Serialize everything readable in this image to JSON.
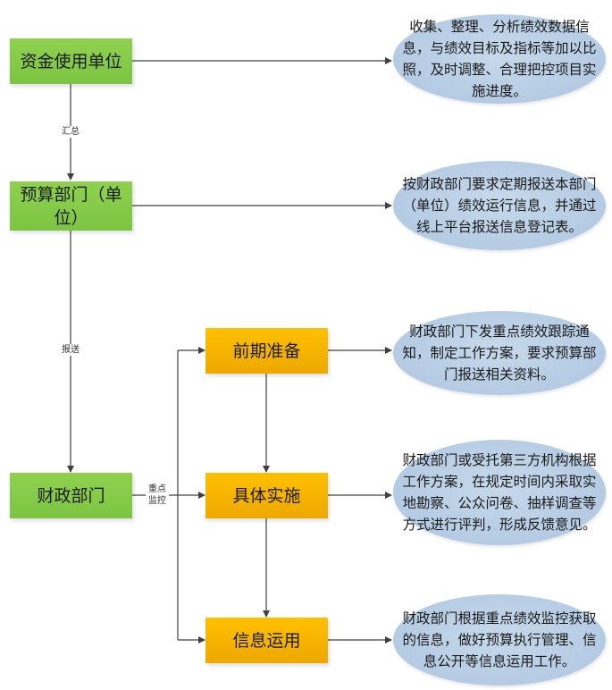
{
  "nodes": {
    "fund_unit": "资金使用单位",
    "budget_dept": "预算部门（单位）",
    "finance_dept": "财政部门",
    "preparation": "前期准备",
    "implementation": "具体实施",
    "info_use": "信息运用"
  },
  "edge_labels": {
    "summary": "汇总",
    "submit": "报送",
    "key_monitor_1": "重点",
    "key_monitor_2": "监控"
  },
  "notes": [
    "收集、整理、分析绩效数据信息，与绩效目标及指标等加以比照，及时调整、合理把控项目实施进度。",
    "按财政部门要求定期报送本部门（单位）绩效运行信息，并通过线上平台报送信息登记表。",
    "财政部门下发重点绩效跟踪通知，制定工作方案，要求预算部门报送相关资料。",
    "财政部门或受托第三方机构根据工作方案，在规定时间内采取实地勘察、公众问卷、抽样调查等方式进行评判，形成反馈意见。",
    "财政部门根据重点绩效监控获取的信息，做好预算执行管理、信息公开等信息运用工作。"
  ],
  "colors": {
    "green": "#7cc443",
    "orange": "#f5b400",
    "bubble": "#b4cbe3",
    "line": "#404040"
  }
}
